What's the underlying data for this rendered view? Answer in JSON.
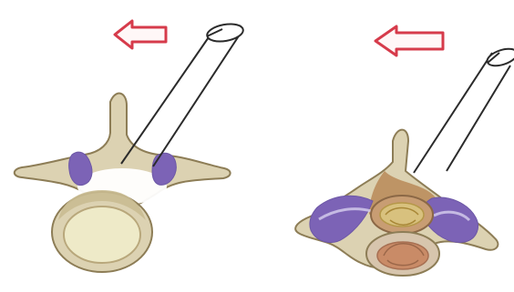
{
  "figure": {
    "panels": [
      {
        "id": "left",
        "structure": "vertebra",
        "direction_icon": "left-arrow-icon",
        "instrument_icon": "cannula-tube-icon"
      },
      {
        "id": "right",
        "structure": "vertebra",
        "direction_icon": "left-arrow-icon",
        "instrument_icon": "cannula-tube-icon"
      }
    ],
    "colors": {
      "arrow_outline": "#d63b4b",
      "arrow_fill": "#fff7f7",
      "bone_fill": "#dcd2b2",
      "bone_shadow": "#b8a77b",
      "bone_outline": "#8d7d56",
      "ligament": "#7c63b6",
      "ligament_light": "#c7bde8",
      "cord": "#c89d73",
      "cord_inner": "#d8c17e",
      "tube_outline": "#2b2b2b"
    }
  }
}
